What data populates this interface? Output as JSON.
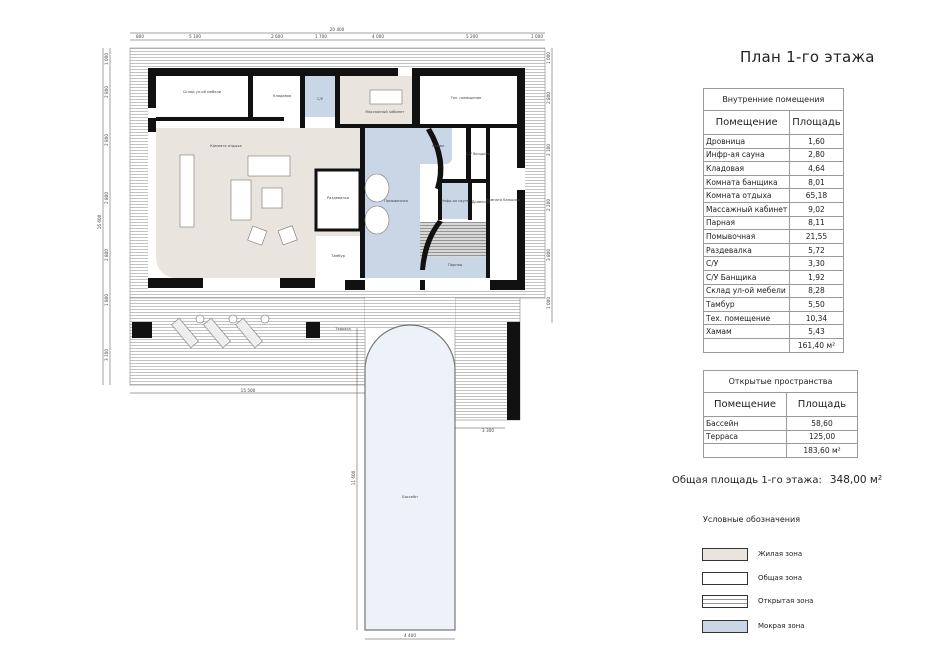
{
  "title": "План 1-го этажа",
  "internal": {
    "caption": "Внутренние помещения",
    "col_room": "Помещение",
    "col_area": "Площадь",
    "rows": [
      {
        "room": "Дровница",
        "area": "1,60"
      },
      {
        "room": "Инфр-ая сауна",
        "area": "2,80"
      },
      {
        "room": "Кладовая",
        "area": "4,64"
      },
      {
        "room": "Комната банщика",
        "area": "8,01"
      },
      {
        "room": "Комната отдыха",
        "area": "65,18"
      },
      {
        "room": "Массажный кабинет",
        "area": "9,02"
      },
      {
        "room": "Парная",
        "area": "8,11"
      },
      {
        "room": "Помывочная",
        "area": "21,55"
      },
      {
        "room": "Раздевалка",
        "area": "5,72"
      },
      {
        "room": "С/У",
        "area": "3,30"
      },
      {
        "room": "С/У Банщика",
        "area": "1,92"
      },
      {
        "room": "Склад ул-ой мебели",
        "area": "8,28"
      },
      {
        "room": "Тамбур",
        "area": "5,50"
      },
      {
        "room": "Тех. помещение",
        "area": "10,34"
      },
      {
        "room": "Хамам",
        "area": "5,43"
      }
    ],
    "total": "161,40 м²"
  },
  "open": {
    "caption": "Открытые пространства",
    "col_room": "Помещение",
    "col_area": "Площадь",
    "rows": [
      {
        "room": "Бассейн",
        "area": "58,60"
      },
      {
        "room": "Терраса",
        "area": "125,00"
      }
    ],
    "total": "183,60 м²"
  },
  "total_area": {
    "label": "Общая площадь 1-го этажа:",
    "value": "348,00 м²"
  },
  "legend": {
    "title": "Условные обозначения",
    "items": [
      {
        "label": "Жилая зона",
        "color": "#e9e4de"
      },
      {
        "label": "Общая зона",
        "color": "#ffffff"
      },
      {
        "label": "Открытая зона",
        "color": "striped"
      },
      {
        "label": "Мокрая зона",
        "color": "#c9d6e6"
      }
    ]
  },
  "dimensions": {
    "top_total": "20 400",
    "top": [
      "800",
      "5 100",
      "2 600",
      "1 700",
      "4 000",
      "5 200",
      "1 000"
    ],
    "left_total": "16 600",
    "left": [
      "1 000",
      "2 800",
      "2 800",
      "2 800",
      "2 800",
      "1 800",
      "3 100"
    ],
    "right": [
      "1 000",
      "2 800",
      "2 100",
      "2 200",
      "3 800",
      "1 000"
    ],
    "bottom_terrace": "15 500",
    "terrace_right": "3 300",
    "pool_length": "11 600",
    "pool_width": "4 400"
  },
  "plan_labels": {
    "storage": "Склад ул-ой мебели",
    "pantry": "Кладовая",
    "wc": "С/У",
    "massage": "Массажный кабинет",
    "tech": "Тех. помещение",
    "lounge": "Комната отдыха",
    "changing": "Раздевалка",
    "vestibule": "Тамбур",
    "washing": "Помывочная",
    "hammam": "Хамам",
    "infrared": "Инфр-ая сауна",
    "woodshed": "Дровница",
    "attendant": "Комната банщика",
    "attendant_wc": "С/У банщика",
    "steam": "Парная",
    "terrace": "Терраса",
    "pool": "Бассейн"
  },
  "colors": {
    "living": "#e9e4de",
    "wet": "#c9d6e6",
    "pool": "#edf2f8",
    "wall": "#111111"
  }
}
